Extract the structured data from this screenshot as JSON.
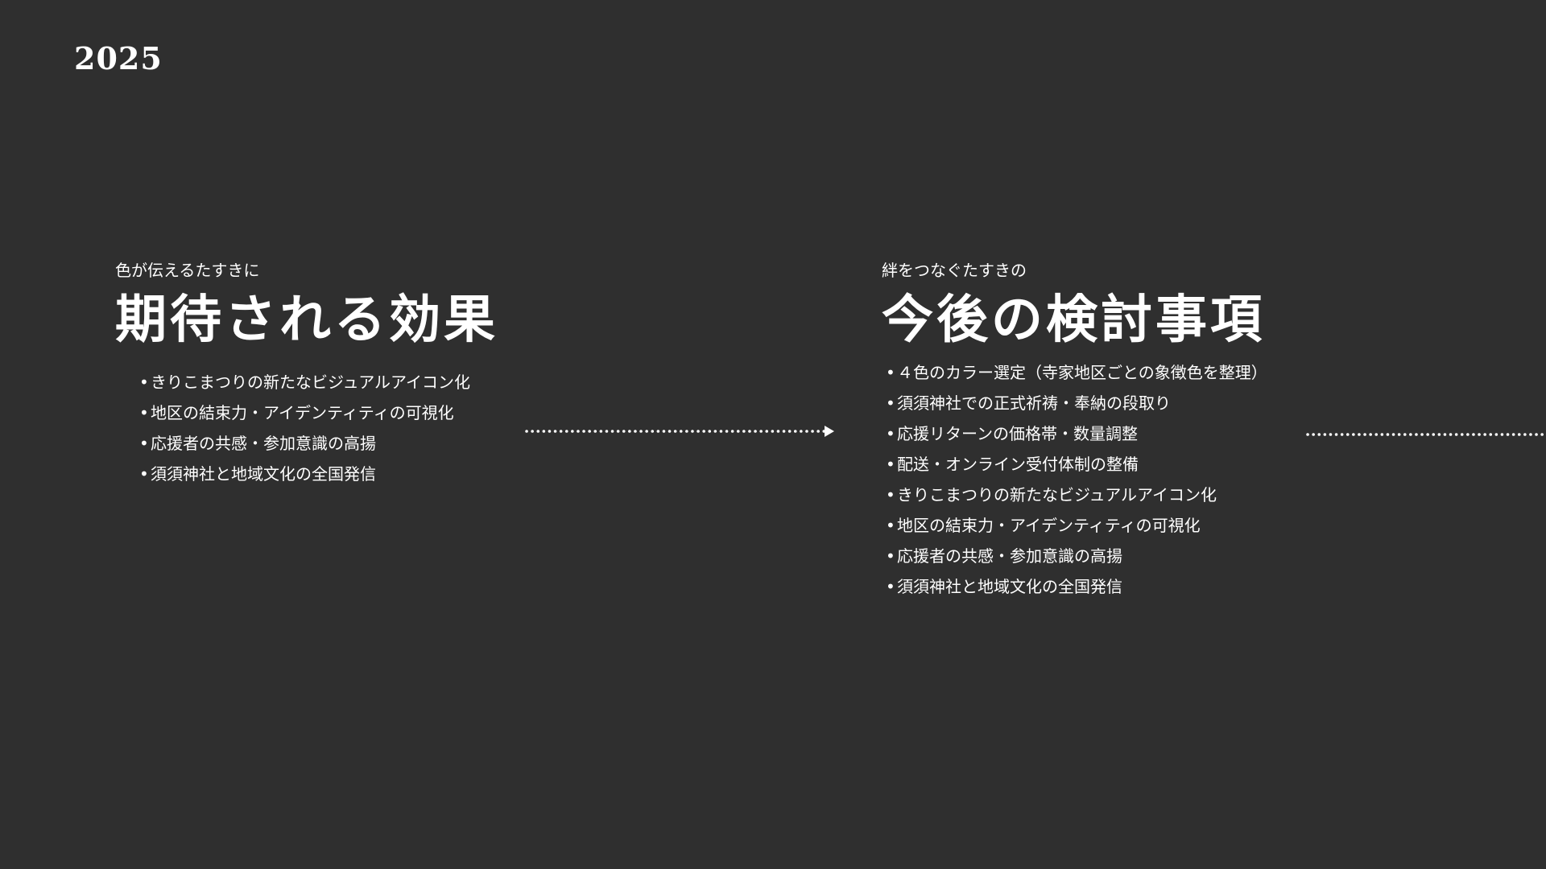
{
  "year": "2025",
  "left_section": {
    "subtitle": "色が伝えるたすきに",
    "heading": "期待される効果",
    "bullets": [
      "きりこまつりの新たなビジュアルアイコン化",
      "地区の結束力・アイデンティティの可視化",
      "応援者の共感・参加意識の高揚",
      "須須神社と地域文化の全国発信"
    ]
  },
  "right_section": {
    "subtitle": "絆をつなぐたすきの",
    "heading": "今後の検討事項",
    "bullets": [
      "４色のカラー選定（寺家地区ごとの象徴色を整理）",
      "須須神社での正式祈祷・奉納の段取り",
      "応援リターンの価格帯・数量調整",
      "配送・オンライン受付体制の整備",
      "きりこまつりの新たなビジュアルアイコン化",
      "地区の結束力・アイデンティティの可視化",
      "応援者の共感・参加意識の高揚",
      "須須神社と地域文化の全国発信"
    ]
  },
  "bullet_marker": "•",
  "colors": {
    "background": "#2f2f2f",
    "text": "#ffffff"
  },
  "icons": {
    "connector": "dotted-arrow-right",
    "trail": "dotted-line"
  }
}
